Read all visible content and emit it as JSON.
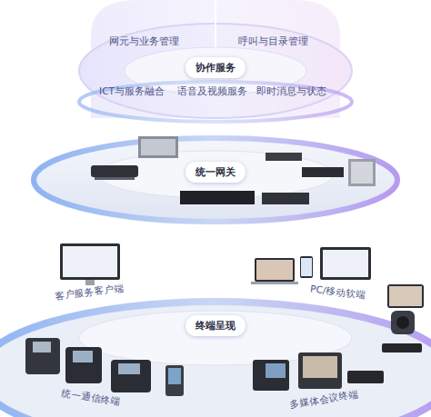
{
  "diagram": {
    "nodes": [
      {
        "text": [
          "协作服务"
        ]
      },
      {
        "text": [
          "统一网关"
        ]
      },
      {
        "text": [
          "终端呈现"
        ]
      }
    ],
    "labels": [
      "网元与业务管理",
      "呼叫与目录管理",
      "ICT与服务融合",
      "语音及视频服务",
      "即时消息与状态",
      "客户服务客户端",
      "PC/移动软端",
      "统一通信终端",
      "多媒体会议终端"
    ]
  }
}
